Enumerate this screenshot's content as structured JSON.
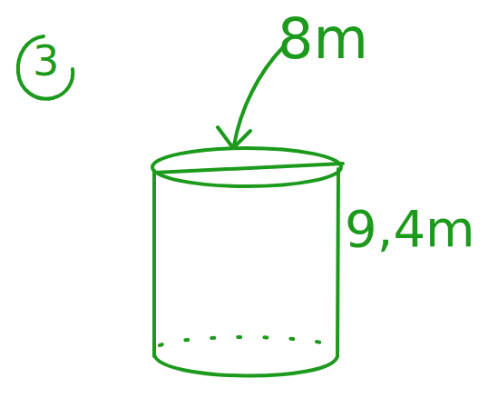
{
  "diagram": {
    "labels": [
      "3",
      "8m",
      "9,4m"
    ]
  }
}
